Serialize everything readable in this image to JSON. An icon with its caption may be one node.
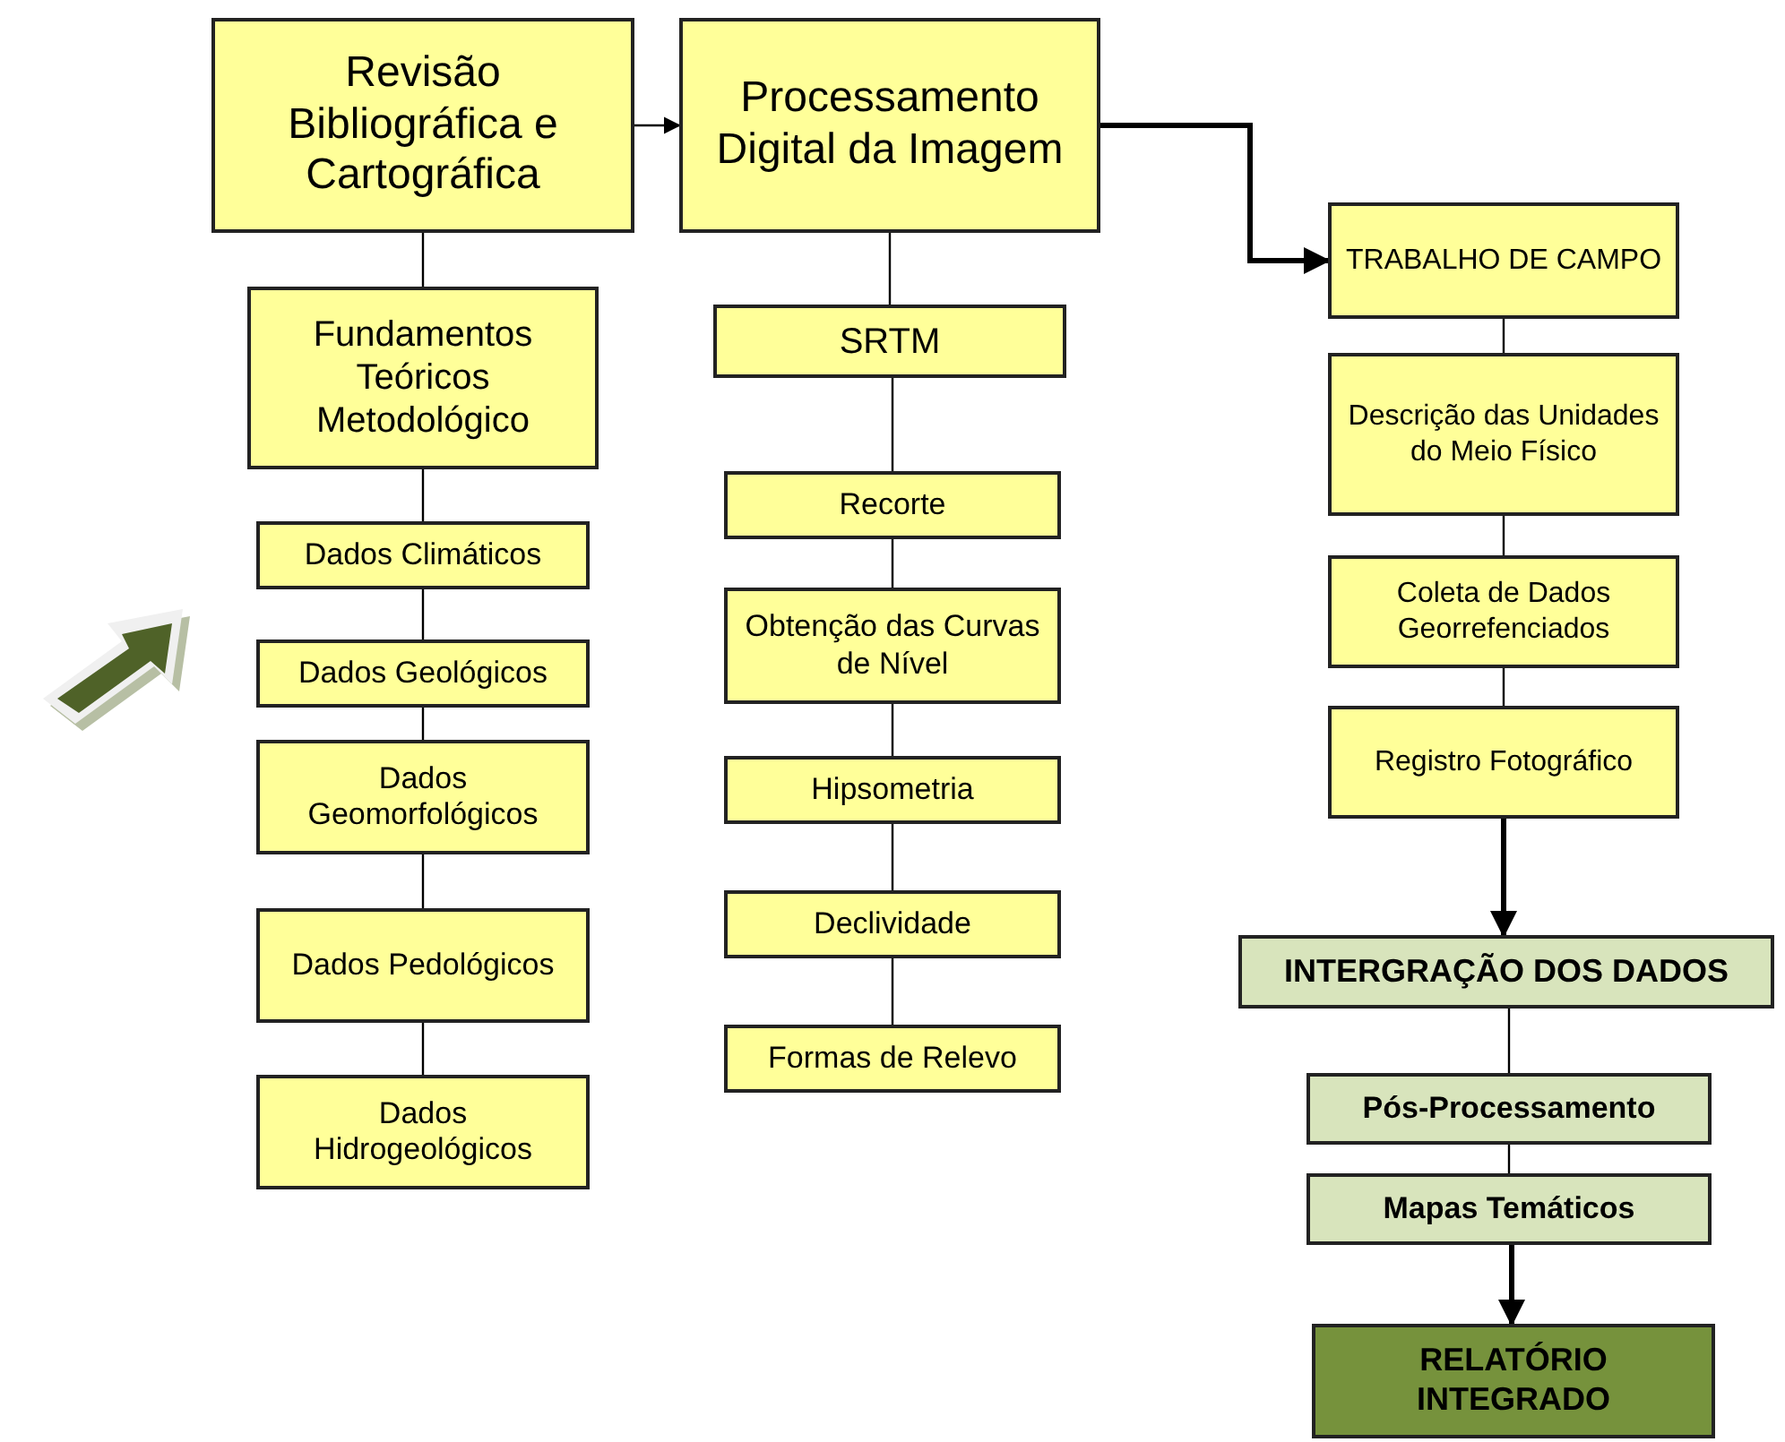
{
  "diagram": {
    "nodes": [
      {
        "text": [
          "Revisão Bibliográfica e Cartográfica"
        ]
      },
      {
        "text": [
          "Processamento Digital da Imagem"
        ]
      },
      {
        "text": [
          "TRABALHO DE CAMPO"
        ]
      },
      {
        "text": [
          "Fundamentos Teóricos Metodológico"
        ]
      },
      {
        "text": [
          "Dados Climáticos"
        ]
      },
      {
        "text": [
          "Dados Geológicos"
        ]
      },
      {
        "text": [
          "Dados Geomorfológicos"
        ]
      },
      {
        "text": [
          "Dados Pedológicos"
        ]
      },
      {
        "text": [
          "Dados Hidrogeológicos"
        ]
      },
      {
        "text": [
          "SRTM"
        ]
      },
      {
        "text": [
          "Recorte"
        ]
      },
      {
        "text": [
          "Obtenção das Curvas de Nível"
        ]
      },
      {
        "text": [
          "Hipsometria"
        ]
      },
      {
        "text": [
          "Declividade"
        ]
      },
      {
        "text": [
          "Formas de Relevo"
        ]
      },
      {
        "text": [
          "Descrição das Unidades do Meio Físico"
        ]
      },
      {
        "text": [
          "Coleta de Dados Georrefenciados"
        ]
      },
      {
        "text": [
          "Registro Fotográfico"
        ]
      },
      {
        "text": [
          "INTERGRAÇÃO DOS DADOS"
        ]
      },
      {
        "text": [
          "Pós-Processamento"
        ]
      },
      {
        "text": [
          "Mapas Temáticos"
        ]
      },
      {
        "text": [
          "RELATÓRIO INTEGRADO"
        ]
      }
    ],
    "edges": [
      {
        "from": 0,
        "to": 1,
        "arrow": "to"
      },
      {
        "from": 1,
        "to": 2,
        "arrow": "to",
        "style": "thick"
      },
      {
        "from": 0,
        "to": 3,
        "arrow": "none"
      },
      {
        "from": 3,
        "to": 4,
        "arrow": "none"
      },
      {
        "from": 4,
        "to": 5,
        "arrow": "none"
      },
      {
        "from": 5,
        "to": 6,
        "arrow": "none"
      },
      {
        "from": 6,
        "to": 7,
        "arrow": "none"
      },
      {
        "from": 7,
        "to": 8,
        "arrow": "none"
      },
      {
        "from": 1,
        "to": 9,
        "arrow": "none"
      },
      {
        "from": 9,
        "to": 10,
        "arrow": "none"
      },
      {
        "from": 10,
        "to": 11,
        "arrow": "none"
      },
      {
        "from": 11,
        "to": 12,
        "arrow": "none"
      },
      {
        "from": 12,
        "to": 13,
        "arrow": "none"
      },
      {
        "from": 13,
        "to": 14,
        "arrow": "none"
      },
      {
        "from": 2,
        "to": 15,
        "arrow": "none"
      },
      {
        "from": 15,
        "to": 16,
        "arrow": "none"
      },
      {
        "from": 16,
        "to": 17,
        "arrow": "none"
      },
      {
        "from": 17,
        "to": 18,
        "arrow": "to",
        "style": "thick"
      },
      {
        "from": 18,
        "to": 19,
        "arrow": "none"
      },
      {
        "from": 19,
        "to": 20,
        "arrow": "none"
      },
      {
        "from": 20,
        "to": 21,
        "arrow": "to",
        "style": "thick"
      }
    ]
  }
}
